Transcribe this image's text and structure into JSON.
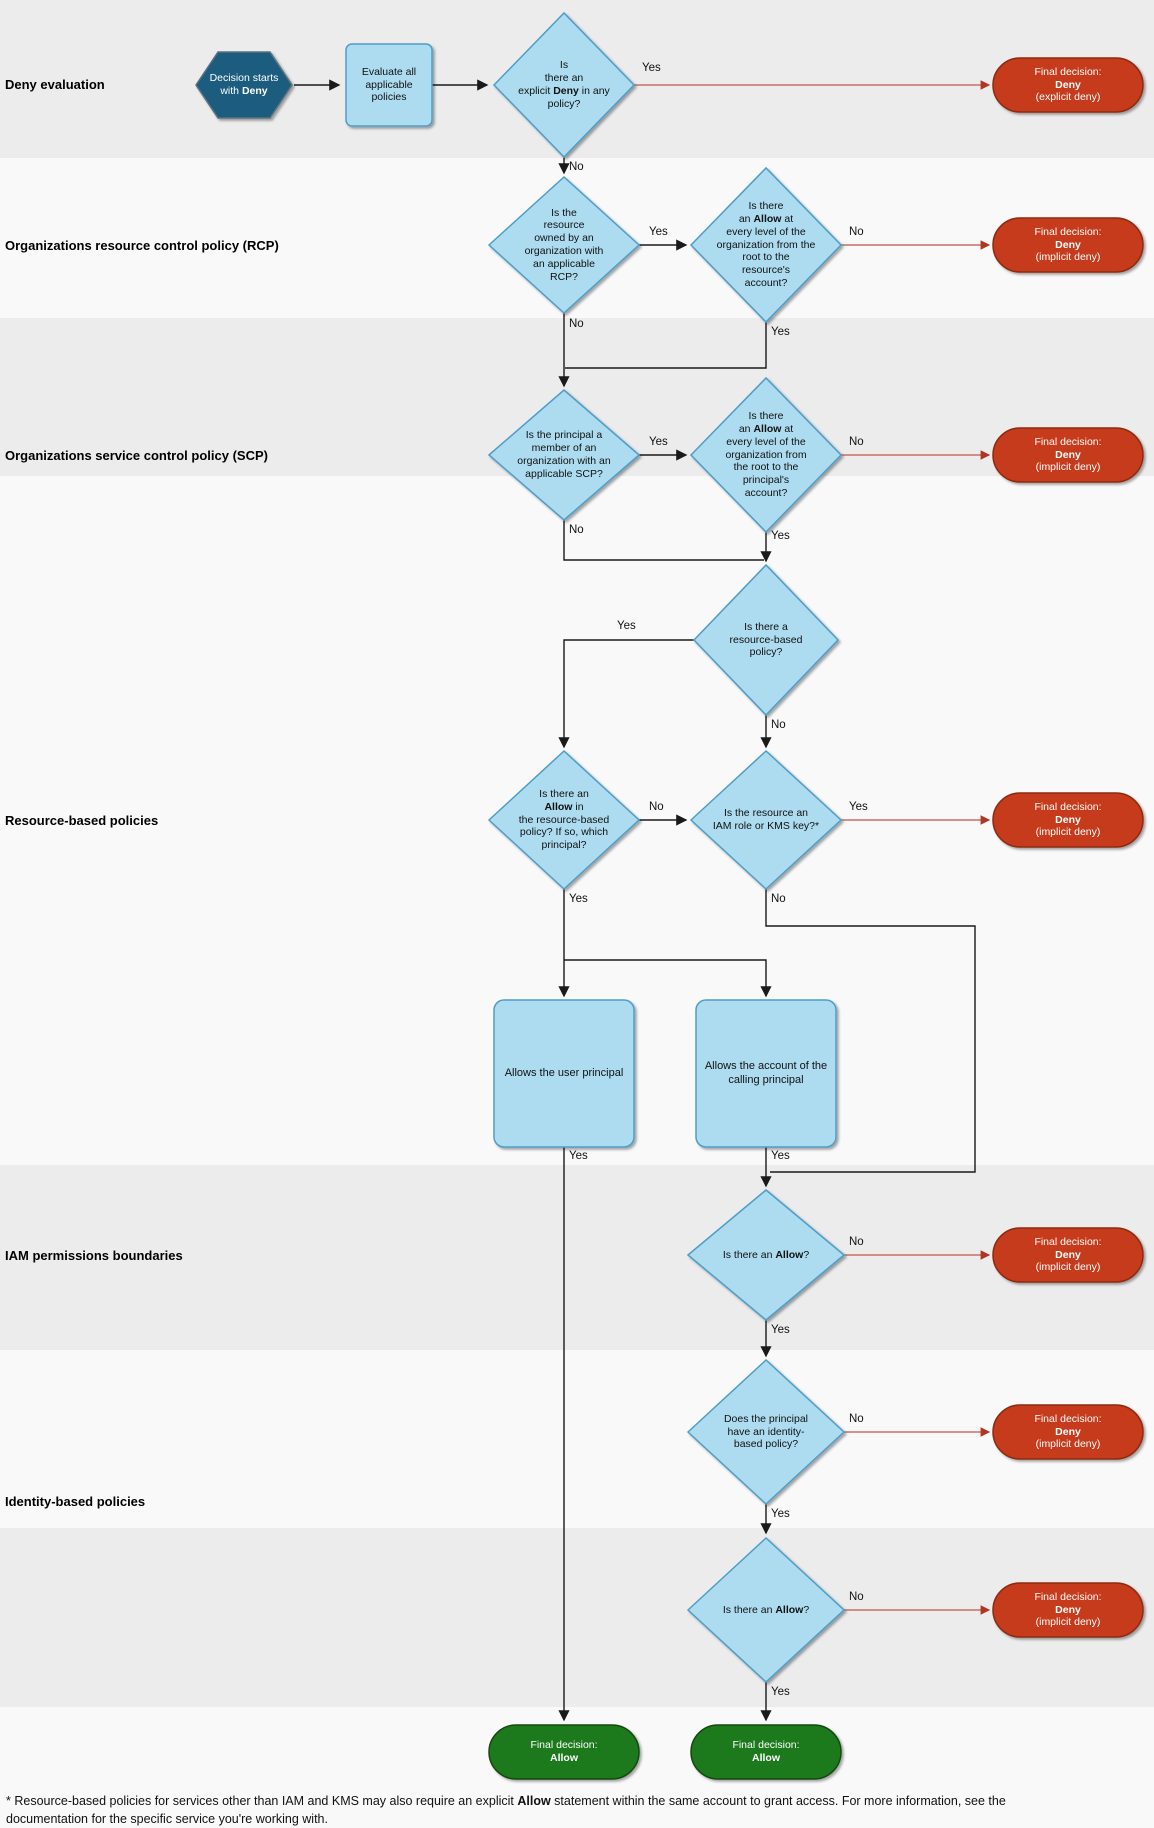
{
  "colors": {
    "node_fill": "#addcf0",
    "node_border": "#4e9dc8",
    "start_fill": "#1b5b7e",
    "deny_fill": "#c53a1c",
    "allow_fill": "#1f7a1f",
    "line": "#1a1a1a",
    "deny_line": "#c0564a",
    "band_gray": "#ececec",
    "band_light": "#f9f9f9"
  },
  "edge_labels": {
    "yes": "Yes",
    "no": "No"
  },
  "sections": {
    "deny_evaluation": "Deny evaluation",
    "rcp": "Organizations resource control policy (RCP)",
    "scp": "Organizations service control policy (SCP)",
    "resource_based": "Resource-based policies",
    "permissions_boundaries": "IAM permissions boundaries",
    "identity_based": "Identity-based policies"
  },
  "nodes": {
    "start": {
      "segments": [
        {
          "t": "Decision starts\nwith "
        },
        {
          "t": "Deny",
          "b": true
        }
      ]
    },
    "evaluate": {
      "segments": [
        {
          "t": "Evaluate all\napplicable\npolicies"
        }
      ]
    },
    "explicit_deny_q": {
      "segments": [
        {
          "t": "Is\nthere an\nexplicit "
        },
        {
          "t": "Deny",
          "b": true
        },
        {
          "t": " in any\npolicy?"
        }
      ]
    },
    "rcp_owned_q": {
      "segments": [
        {
          "t": "Is the\nresource\nowned by an\norganization with\nan applicable\nRCP?"
        }
      ]
    },
    "rcp_allow_q": {
      "segments": [
        {
          "t": "Is there\nan "
        },
        {
          "t": "Allow",
          "b": true
        },
        {
          "t": " at\nevery level of the\norganization from the\nroot to the\nresource's\naccount?"
        }
      ]
    },
    "scp_member_q": {
      "segments": [
        {
          "t": "Is the principal a\nmember of an\norganization with an\napplicable SCP?"
        }
      ]
    },
    "scp_allow_q": {
      "segments": [
        {
          "t": "Is there\nan "
        },
        {
          "t": "Allow",
          "b": true
        },
        {
          "t": " at\nevery level of the\norganization from\nthe root to the\nprincipal's\naccount?"
        }
      ]
    },
    "rbp_exists_q": {
      "segments": [
        {
          "t": "Is there a\nresource-based\npolicy?"
        }
      ]
    },
    "rbp_allow_q": {
      "segments": [
        {
          "t": "Is there an\n"
        },
        {
          "t": "Allow",
          "b": true
        },
        {
          "t": " in\nthe resource-based\npolicy? If so, which\nprincipal?"
        }
      ]
    },
    "iam_kms_q": {
      "segments": [
        {
          "t": "Is the resource an\nIAM role or KMS key?*"
        }
      ]
    },
    "allows_user": {
      "segments": [
        {
          "t": "Allows the user principal"
        }
      ]
    },
    "allows_account": {
      "segments": [
        {
          "t": "Allows the account of the\ncalling principal"
        }
      ]
    },
    "pb_allow_q": {
      "segments": [
        {
          "t": "Is there an "
        },
        {
          "t": "Allow",
          "b": true
        },
        {
          "t": "?"
        }
      ]
    },
    "ibp_exists_q": {
      "segments": [
        {
          "t": "Does the principal\nhave an identity-\nbased policy?"
        }
      ]
    },
    "ibp_allow_q": {
      "segments": [
        {
          "t": "Is there an "
        },
        {
          "t": "Allow",
          "b": true
        },
        {
          "t": "?"
        }
      ]
    },
    "final_deny_explicit": {
      "segments": [
        {
          "t": "Final decision:\n"
        },
        {
          "t": "Deny",
          "b": true
        },
        {
          "t": "\n(explicit deny)"
        }
      ]
    },
    "final_deny_implicit": {
      "segments": [
        {
          "t": "Final decision:\n"
        },
        {
          "t": "Deny",
          "b": true
        },
        {
          "t": "\n(implicit deny)"
        }
      ]
    },
    "final_allow": {
      "segments": [
        {
          "t": "Final decision:\n"
        },
        {
          "t": "Allow",
          "b": true
        }
      ]
    }
  },
  "footnote": {
    "segments": [
      {
        "t": "* Resource-based policies for services other than IAM and KMS may also require an explicit "
      },
      {
        "t": "Allow",
        "b": true
      },
      {
        "t": " statement within the same account to grant access. For more information, see the\ndocumentation for the specific service you're working with."
      }
    ]
  }
}
